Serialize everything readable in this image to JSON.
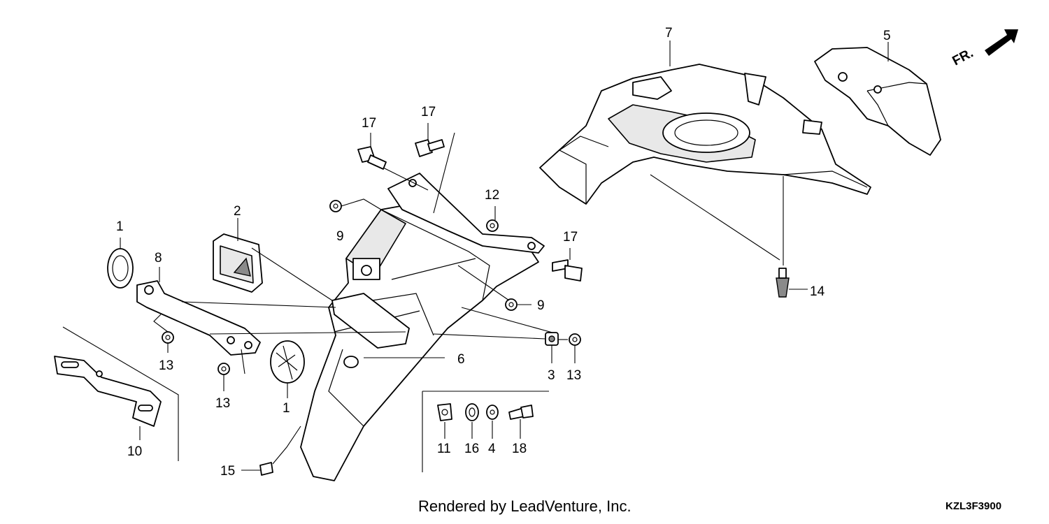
{
  "diagram": {
    "callouts": {
      "c1a": "1",
      "c1b": "1",
      "c2": "2",
      "c3": "3",
      "c4": "4",
      "c5": "5",
      "c6": "6",
      "c7": "7",
      "c8": "8",
      "c9a": "9",
      "c9b": "9",
      "c10": "10",
      "c11": "11",
      "c12": "12",
      "c13a": "13",
      "c13b": "13",
      "c13c": "13",
      "c14": "14",
      "c15": "15",
      "c16": "16",
      "c17a": "17",
      "c17b": "17",
      "c17c": "17",
      "c18": "18"
    },
    "direction_mark": "FR.",
    "footer_credit": "Rendered by LeadVenture, Inc.",
    "diagram_code": "KZL3F3900"
  }
}
